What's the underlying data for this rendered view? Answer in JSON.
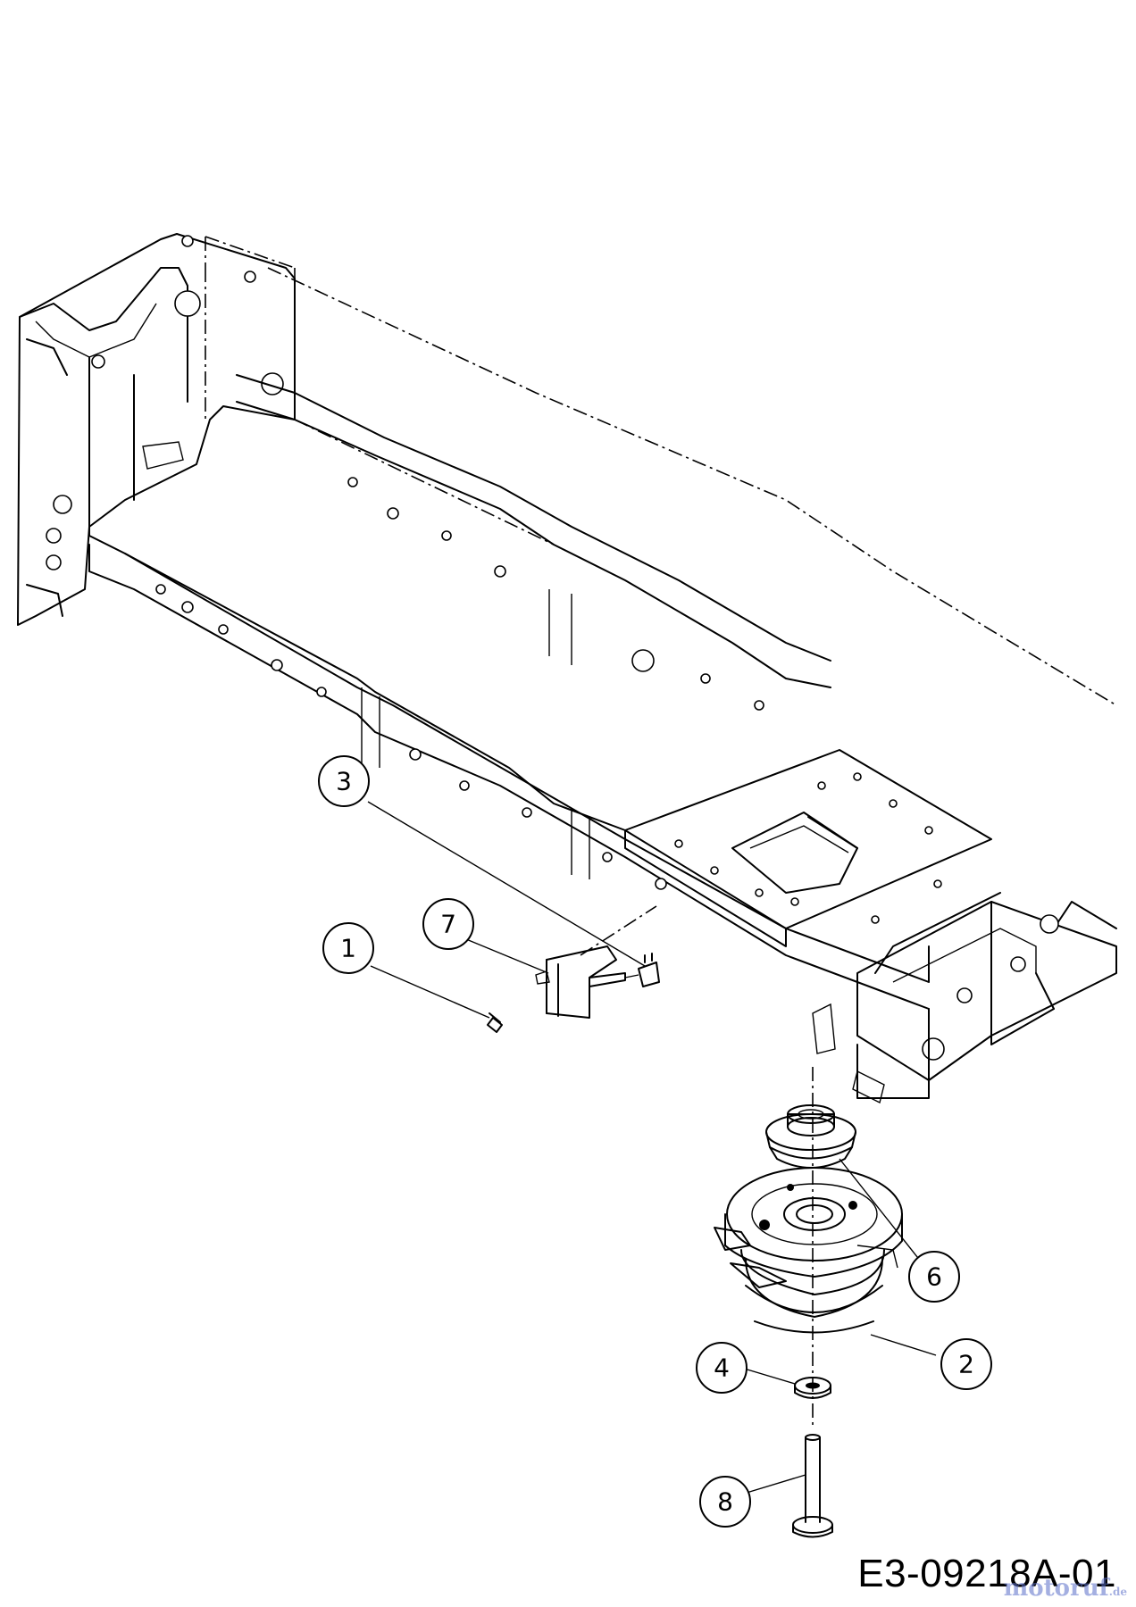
{
  "diagram": {
    "drawing_code": "E3-09218A-01",
    "watermark": {
      "text": "motoruf",
      "suffix": ".de"
    },
    "callouts": [
      {
        "id": "1",
        "label": "1"
      },
      {
        "id": "2",
        "label": "2"
      },
      {
        "id": "3",
        "label": "3"
      },
      {
        "id": "4",
        "label": "4"
      },
      {
        "id": "6",
        "label": "6"
      },
      {
        "id": "7",
        "label": "7"
      },
      {
        "id": "8",
        "label": "8"
      }
    ],
    "parts": [
      {
        "callout": "1",
        "name": "screw"
      },
      {
        "callout": "2",
        "name": "electric-pto-clutch"
      },
      {
        "callout": "3",
        "name": "wire-harness-connector"
      },
      {
        "callout": "4",
        "name": "washer"
      },
      {
        "callout": "6",
        "name": "v-pulley"
      },
      {
        "callout": "7",
        "name": "clutch-bracket"
      },
      {
        "callout": "8",
        "name": "bolt"
      }
    ],
    "assembly": "tractor-frame"
  }
}
